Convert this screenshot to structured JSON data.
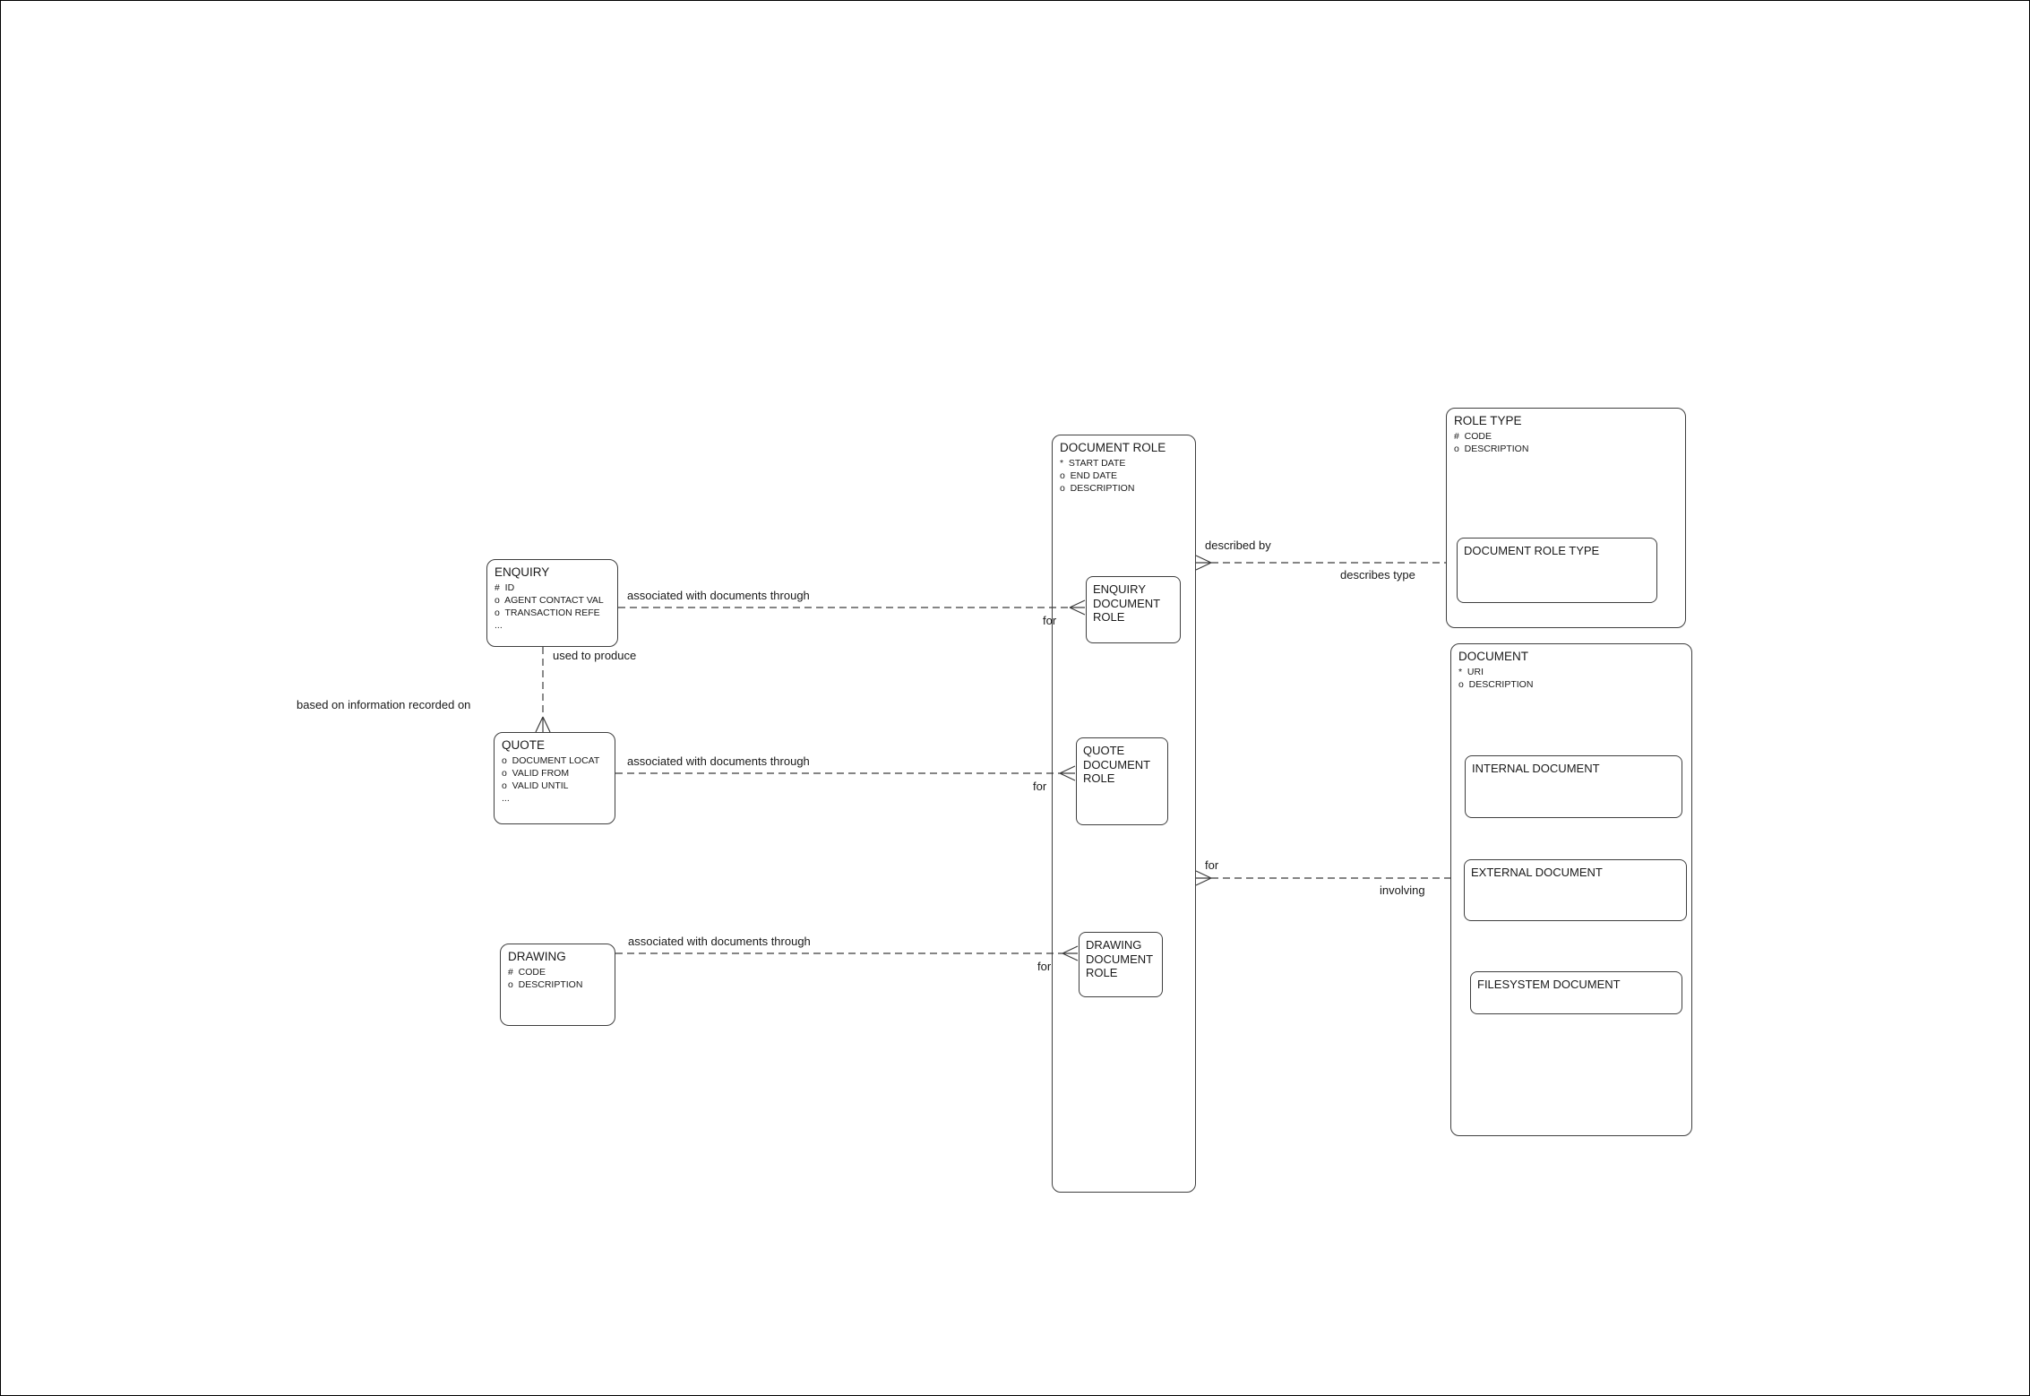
{
  "diagram": {
    "entities": {
      "enquiry": {
        "title": "ENQUIRY",
        "attrs": [
          "#  ID",
          "o  AGENT CONTACT VAL",
          "o  TRANSACTION REFE",
          "..."
        ]
      },
      "quote": {
        "title": "QUOTE",
        "attrs": [
          "o  DOCUMENT LOCAT",
          "o  VALID FROM",
          "o  VALID UNTIL",
          "..."
        ]
      },
      "drawing": {
        "title": "DRAWING",
        "attrs": [
          "#  CODE",
          "o  DESCRIPTION"
        ]
      },
      "document_role": {
        "title": "DOCUMENT ROLE",
        "attrs": [
          "*  START DATE",
          "o  END DATE",
          "o  DESCRIPTION"
        ],
        "subtypes": {
          "enquiry_document_role": "ENQUIRY DOCUMENT ROLE",
          "quote_document_role": "QUOTE DOCUMENT ROLE",
          "drawing_document_role": "DRAWING DOCUMENT ROLE"
        }
      },
      "role_type": {
        "title": "ROLE TYPE",
        "attrs": [
          "#  CODE",
          "o  DESCRIPTION"
        ],
        "subtypes": {
          "document_role_type": "DOCUMENT ROLE TYPE"
        }
      },
      "document": {
        "title": "DOCUMENT",
        "attrs": [
          "*  URI",
          "o  DESCRIPTION"
        ],
        "subtypes": {
          "internal_document": "INTERNAL DOCUMENT",
          "external_document": "EXTERNAL DOCUMENT",
          "filesystem_document": "FILESYSTEM DOCUMENT"
        }
      }
    },
    "relationships": {
      "rel_enquiry_doc_role": {
        "assoc": "associated with documents through",
        "for": "for"
      },
      "rel_quote_doc_role": {
        "assoc": "associated with documents through",
        "for": "for"
      },
      "rel_drawing_doc_role": {
        "assoc": "associated with documents through",
        "for": "for"
      },
      "rel_enquiry_quote": {
        "from": "used to produce",
        "to": "based on information recorded on"
      },
      "rel_doc_role_role_type": {
        "from": "described by",
        "to": "describes type"
      },
      "rel_doc_role_document": {
        "from": "for",
        "to": "involving"
      }
    }
  }
}
